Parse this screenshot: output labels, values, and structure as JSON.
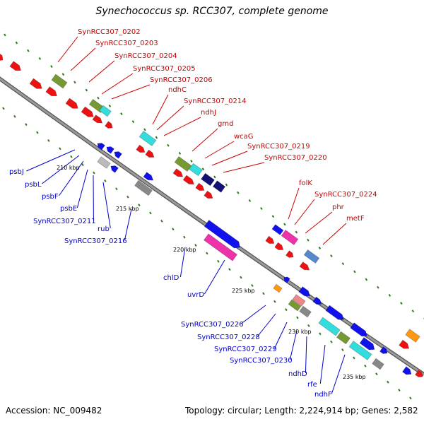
{
  "title": "Synechococcus sp. RCC307, complete genome",
  "footer": {
    "accession": "Accession: NC_009482",
    "summary": "Topology: circular; Length: 2,224,914 bp; Genes: 2,582"
  },
  "colors": {
    "forward_label": "#cc0000",
    "reverse_label": "#0000cc",
    "backbone": "#9a9a9a",
    "tick": "#2a7a1a"
  },
  "scale_labels": [
    "210 kbp",
    "215 kbp",
    "220 kbp",
    "225 kbp",
    "230 kbp",
    "235 kbp"
  ],
  "forward_labels": [
    "SynRCC307_0202",
    "SynRCC307_0203",
    "SynRCC307_0204",
    "SynRCC307_0205",
    "SynRCC307_0206",
    "ndhC",
    "SynRCC307_0214",
    "ndhJ",
    "gmd",
    "wcaG",
    "SynRCC307_0219",
    "SynRCC307_0220",
    "folK",
    "SynRCC307_0224",
    "phr",
    "metF"
  ],
  "reverse_labels": [
    "psbJ",
    "psbL",
    "psbF",
    "psbE",
    "SynRCC307_0211",
    "rub",
    "SynRCC307_0216",
    "chlD",
    "uvrD",
    "SynRCC307_0226",
    "SynRCC307_0228",
    "SynRCC307_0229",
    "SynRCC307_0230",
    "ndhD",
    "rfe",
    "ndhF"
  ],
  "feature_colors": {
    "red": "#ee1111",
    "olive": "#779933",
    "cyan": "#33dddd",
    "blue": "#1111ee",
    "navy": "#111177",
    "magenta": "#ee33aa",
    "gray": "#888888",
    "lightgray": "#bbbbbb",
    "steelblue": "#5588cc",
    "orange": "#ff9911",
    "salmon": "#ee8888"
  }
}
